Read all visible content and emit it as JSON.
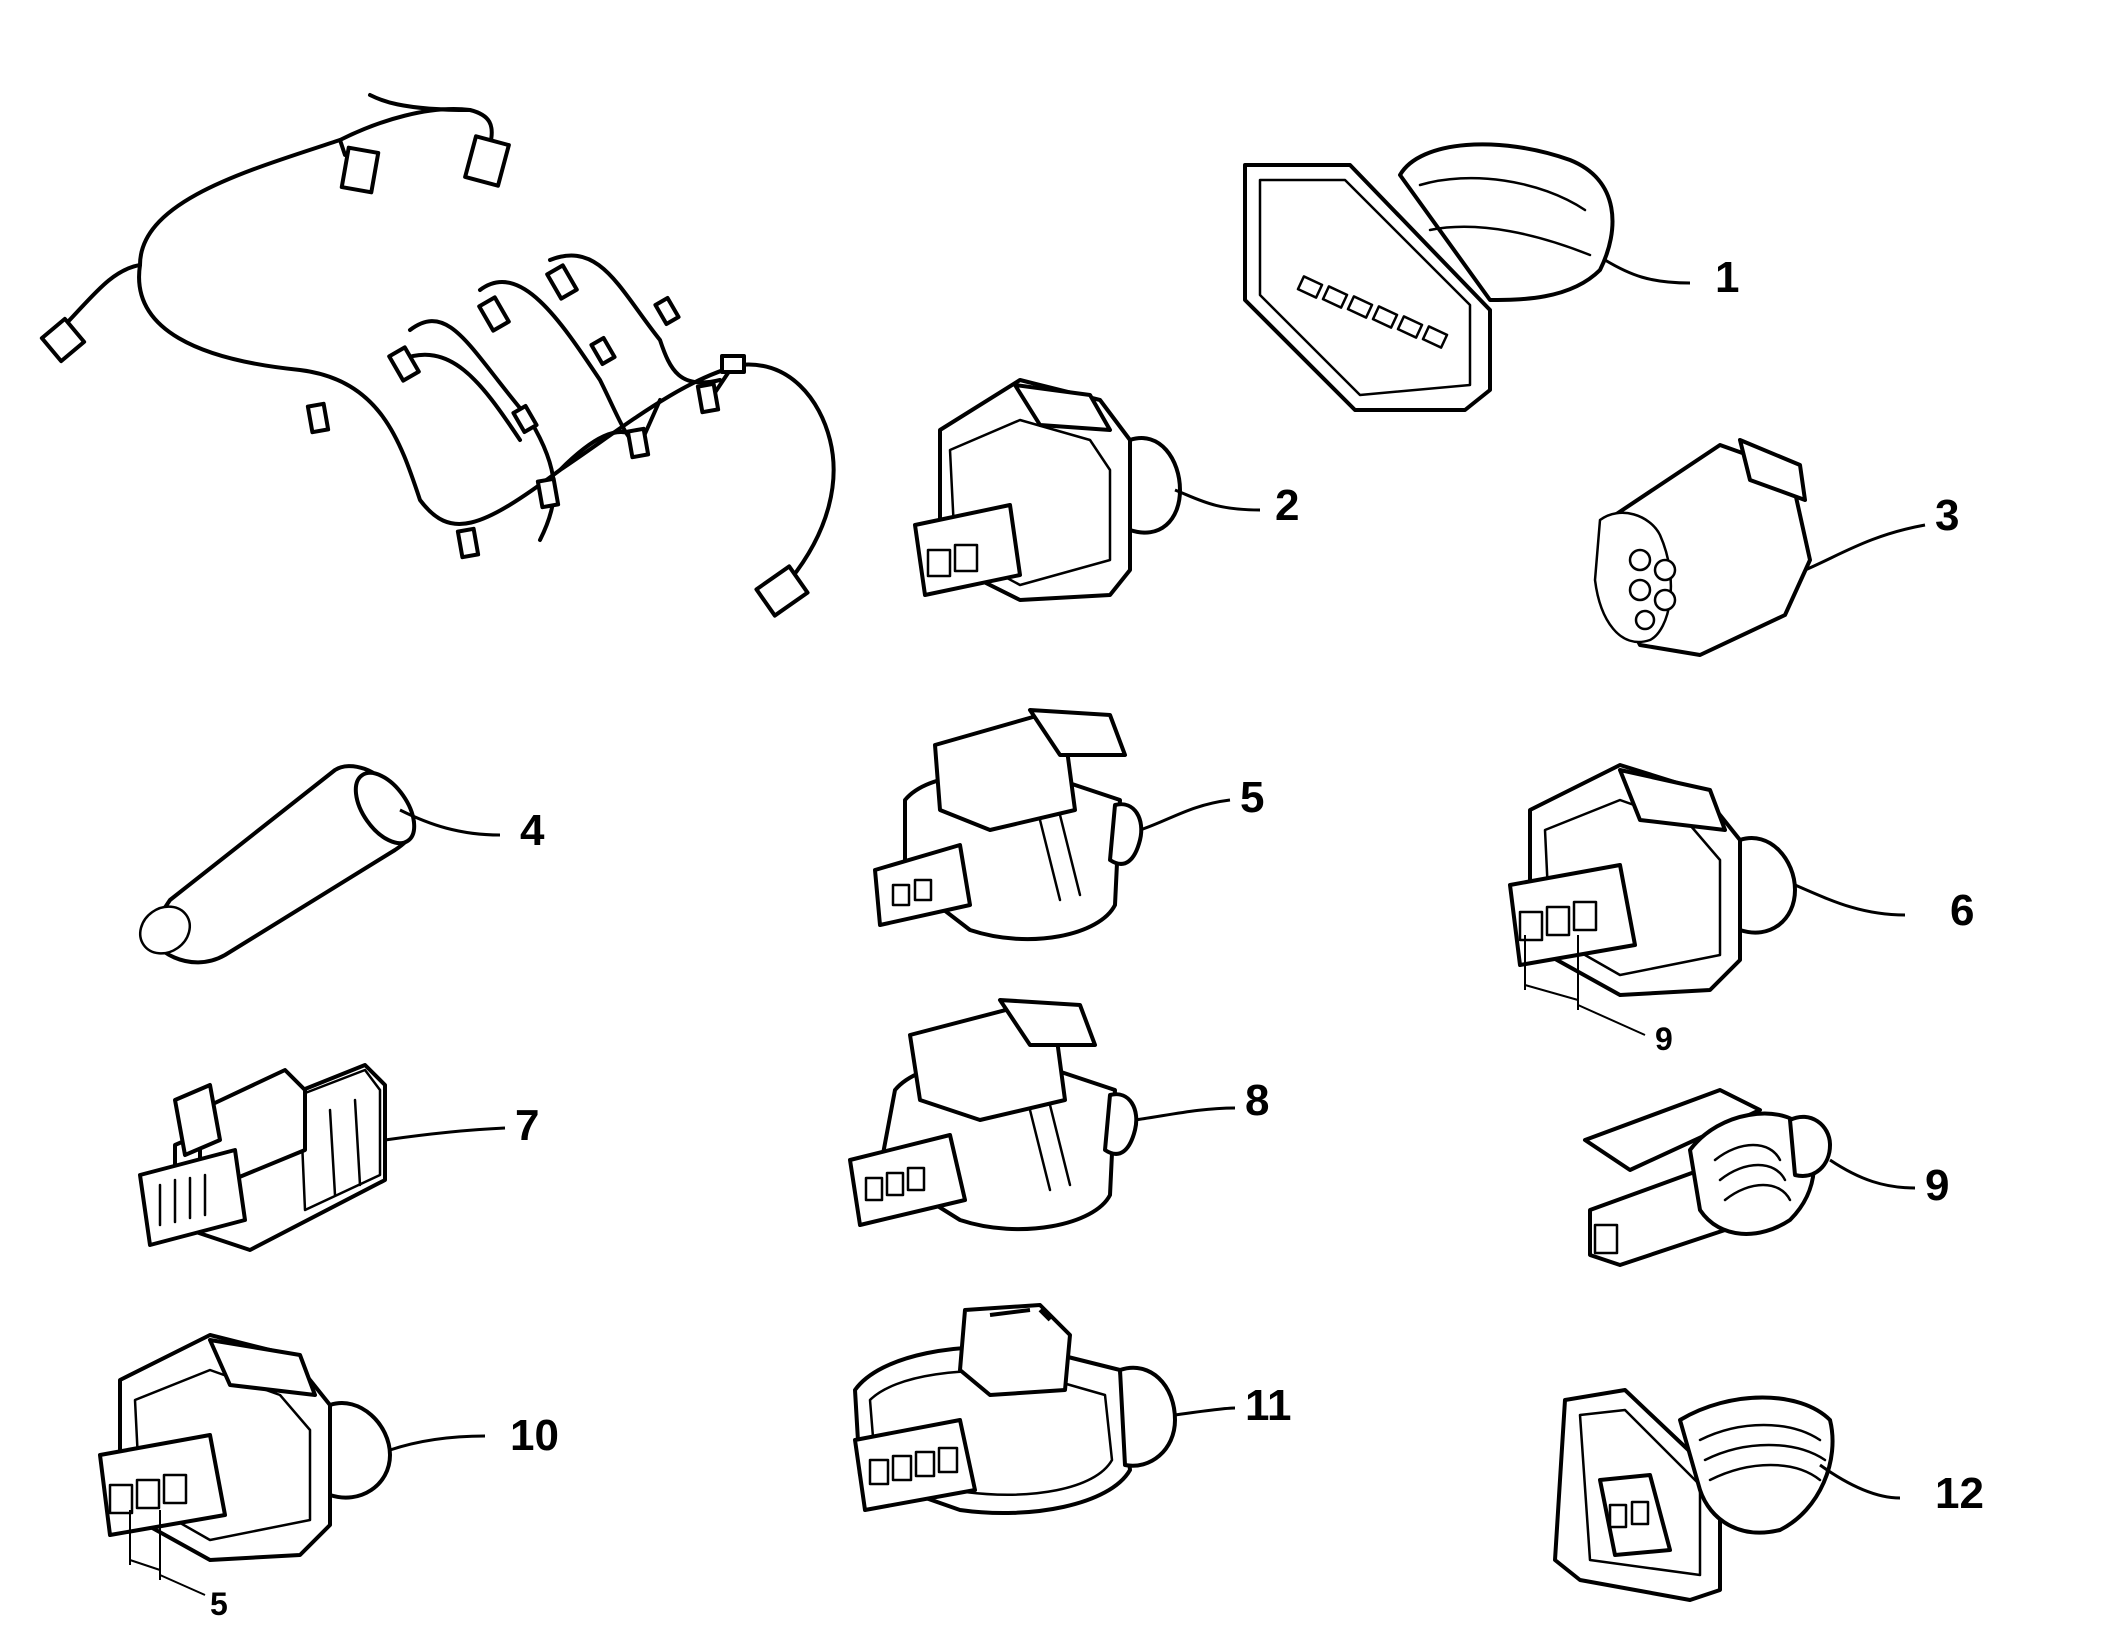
{
  "callouts": [
    {
      "id": "1",
      "label": "1"
    },
    {
      "id": "2",
      "label": "2"
    },
    {
      "id": "3",
      "label": "3"
    },
    {
      "id": "4",
      "label": "4"
    },
    {
      "id": "5",
      "label": "5"
    },
    {
      "id": "6",
      "label": "6"
    },
    {
      "id": "7",
      "label": "7"
    },
    {
      "id": "8",
      "label": "8"
    },
    {
      "id": "9",
      "label": "9"
    },
    {
      "id": "10",
      "label": "10"
    },
    {
      "id": "11",
      "label": "11"
    },
    {
      "id": "12",
      "label": "12"
    }
  ],
  "sub_callouts": {
    "part6_terminal": "9",
    "part10_terminal": "5"
  }
}
